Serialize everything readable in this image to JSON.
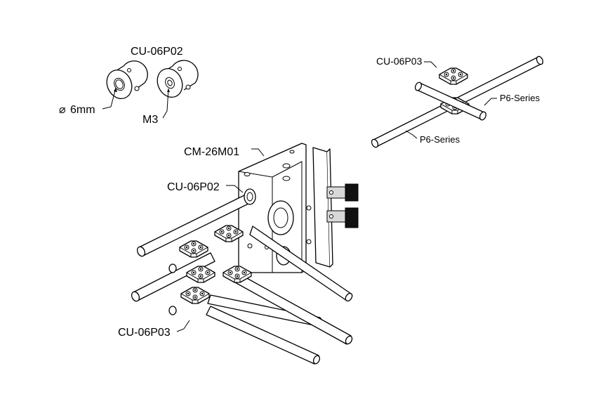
{
  "labels": {
    "collar_title": "CU-06P02",
    "bore_diameter": "6mm",
    "screw_size": "M3",
    "cube_mount": "CM-26M01",
    "collar_on_assembly": "CU-06P02",
    "clamp_assembly": "CU-06P03",
    "clamp_cross": "CU-06P03",
    "rod_series_right": "P6-Series",
    "rod_series_bottom": "P6-Series"
  },
  "symbols": {
    "diameter": "⌀"
  }
}
